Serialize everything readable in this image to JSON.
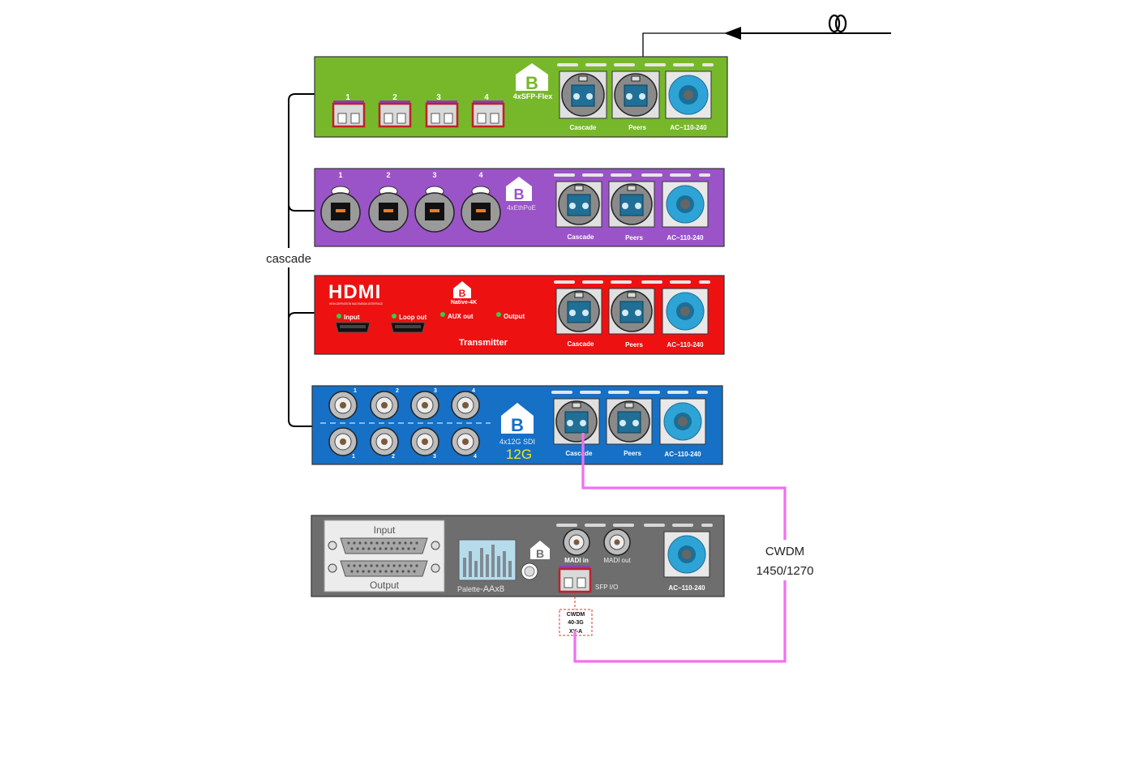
{
  "diagram": {
    "cascade_label": "cascade",
    "cwdm_label_1": "CWDM",
    "cwdm_label_2": "1450/1270",
    "sfp_module_lines": [
      "CWDM",
      "40-3G",
      "XY-A"
    ]
  },
  "common": {
    "cascade": "Cascade",
    "peers": "Peers",
    "ac": "AC~110-240",
    "logo_letter": "B"
  },
  "units": {
    "sfp_flex": {
      "name": "4xSFP-Flex",
      "ports": [
        "1",
        "2",
        "3",
        "4"
      ],
      "color": "#77b82a"
    },
    "eth_poe": {
      "name": "4xEthPoE",
      "ports": [
        "1",
        "2",
        "3",
        "4"
      ],
      "color": "#9a54c8"
    },
    "hdmi": {
      "brand": "HDMI",
      "brand_sub": "HIGH-DEFINITION MULTIMEDIA INTERFACE",
      "name": "Native-4K",
      "input": "Input",
      "loop_out": "Loop out",
      "aux_out": "AUX out",
      "output": "Output",
      "mode": "Transmitter",
      "color": "#ee1111"
    },
    "sdi": {
      "name": "4x12G SDI",
      "speed": "12G",
      "ports_top": [
        "1",
        "2",
        "3",
        "4"
      ],
      "ports_bottom": [
        "1",
        "2",
        "3",
        "4"
      ],
      "color": "#1670c6"
    },
    "palette": {
      "input": "Input",
      "output": "Output",
      "name_prefix": "Palette",
      "name_suffix": "-AAx8",
      "madi_in": "MADI in",
      "madi_out": "MADI out",
      "sfp_io": "SFP I/O",
      "color": "#6e6e6e"
    }
  }
}
